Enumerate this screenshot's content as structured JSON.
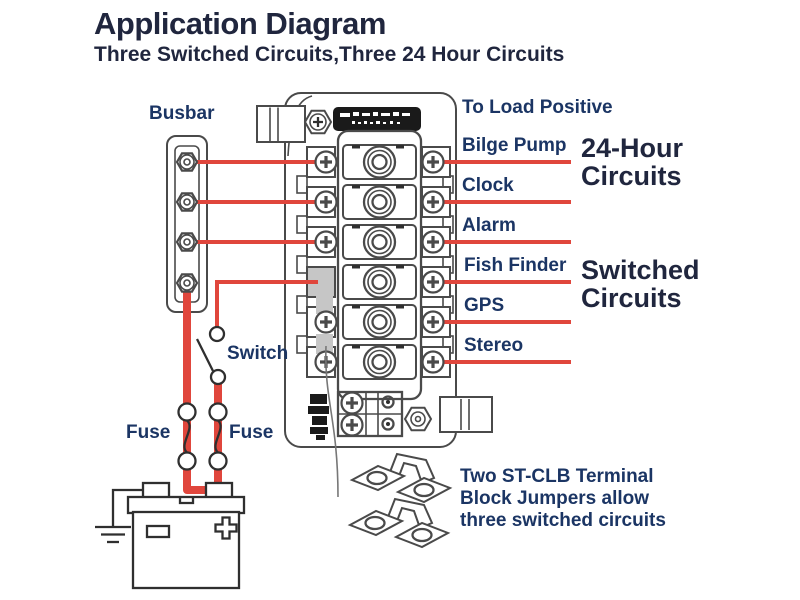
{
  "title": "Application Diagram",
  "subtitle": "Three Switched Circuits,Three 24 Hour Circuits",
  "busbar_label": "Busbar",
  "to_load_positive_label": "To Load Positive",
  "switch_label": "Switch",
  "fuse_left_label": "Fuse",
  "fuse_right_label": "Fuse",
  "groups": {
    "hour24": {
      "line1": "24-Hour",
      "line2": "Circuits"
    },
    "switched": {
      "line1": "Switched",
      "line2": "Circuits"
    }
  },
  "circuits": [
    {
      "label": "Bilge Pump",
      "group": "24-hour"
    },
    {
      "label": "Clock",
      "group": "24-hour"
    },
    {
      "label": "Alarm",
      "group": "24-hour"
    },
    {
      "label": "Fish Finder",
      "group": "switched"
    },
    {
      "label": "GPS",
      "group": "switched"
    },
    {
      "label": "Stereo",
      "group": "switched"
    }
  ],
  "note": {
    "line1": "Two ST-CLB Terminal",
    "line2": "Block Jumpers allow",
    "line3": "three switched circuits"
  },
  "colors": {
    "wire_red": "#e0463c",
    "label_navy": "#1b3564",
    "title_navy": "#20263e",
    "line_art": "#4a4a4a",
    "symbol_dark": "#2f2f2f",
    "jumper_gray": "#c6c6c6"
  }
}
